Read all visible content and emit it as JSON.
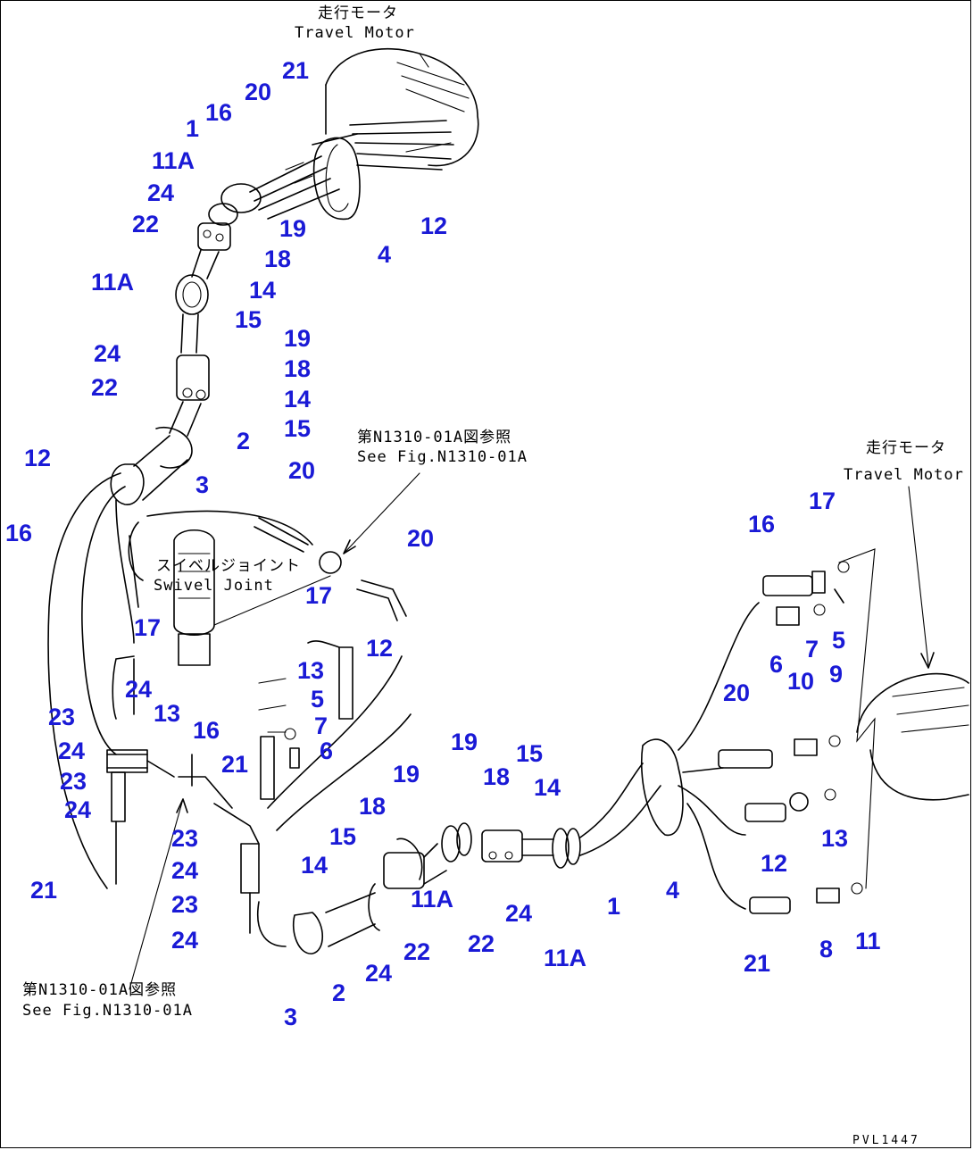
{
  "notes": {
    "travel_motor_top_jp": "走行モータ",
    "travel_motor_top_en": "Travel Motor",
    "travel_motor_right_jp": "走行モータ",
    "travel_motor_right_en": "Travel Motor",
    "swivel_joint_jp": "スイベルジョイント",
    "swivel_joint_en": "Swivel Joint",
    "see_fig_top_jp": "第N1310-01A図参照",
    "see_fig_top_en": "See Fig.N1310-01A",
    "see_fig_bottom_jp": "第N1310-01A図参照",
    "see_fig_bottom_en": "See Fig.N1310-01A"
  },
  "drawing_code": "PVL1447",
  "callouts": [
    {
      "id": "c21a",
      "text": "21"
    },
    {
      "id": "c20a",
      "text": "20"
    },
    {
      "id": "c16a",
      "text": "16"
    },
    {
      "id": "c1a",
      "text": "1"
    },
    {
      "id": "c11Aa",
      "text": "11A"
    },
    {
      "id": "c24a",
      "text": "24"
    },
    {
      "id": "c22a",
      "text": "22"
    },
    {
      "id": "c19a",
      "text": "19"
    },
    {
      "id": "c18a",
      "text": "18"
    },
    {
      "id": "c14a",
      "text": "14"
    },
    {
      "id": "c15a",
      "text": "15"
    },
    {
      "id": "c11Ab",
      "text": "11A"
    },
    {
      "id": "c12a",
      "text": "12"
    },
    {
      "id": "c4a",
      "text": "4"
    },
    {
      "id": "c19b",
      "text": "19"
    },
    {
      "id": "c24b",
      "text": "24"
    },
    {
      "id": "c18b",
      "text": "18"
    },
    {
      "id": "c22b",
      "text": "22"
    },
    {
      "id": "c14b",
      "text": "14"
    },
    {
      "id": "c15b",
      "text": "15"
    },
    {
      "id": "c2a",
      "text": "2"
    },
    {
      "id": "c12b",
      "text": "12"
    },
    {
      "id": "c3a",
      "text": "3"
    },
    {
      "id": "c20b",
      "text": "20"
    },
    {
      "id": "c16b",
      "text": "16"
    },
    {
      "id": "c20c",
      "text": "20"
    },
    {
      "id": "c17a",
      "text": "17"
    },
    {
      "id": "c17b",
      "text": "17"
    },
    {
      "id": "c12c",
      "text": "12"
    },
    {
      "id": "c13a",
      "text": "13"
    },
    {
      "id": "c24c",
      "text": "24"
    },
    {
      "id": "c13b",
      "text": "13"
    },
    {
      "id": "c5a",
      "text": "5"
    },
    {
      "id": "c7a",
      "text": "7"
    },
    {
      "id": "c23a",
      "text": "23"
    },
    {
      "id": "c16c",
      "text": "16"
    },
    {
      "id": "c6a",
      "text": "6"
    },
    {
      "id": "c24d",
      "text": "24"
    },
    {
      "id": "c21b",
      "text": "21"
    },
    {
      "id": "c23b",
      "text": "23"
    },
    {
      "id": "c24e",
      "text": "24"
    },
    {
      "id": "c23c",
      "text": "23"
    },
    {
      "id": "c24f",
      "text": "24"
    },
    {
      "id": "c23d",
      "text": "23"
    },
    {
      "id": "c24g",
      "text": "24"
    },
    {
      "id": "c21c",
      "text": "21"
    },
    {
      "id": "c19c",
      "text": "19"
    },
    {
      "id": "c18c",
      "text": "18"
    },
    {
      "id": "c15c",
      "text": "15"
    },
    {
      "id": "c14c",
      "text": "14"
    },
    {
      "id": "c11Ac",
      "text": "11A"
    },
    {
      "id": "c22c",
      "text": "22"
    },
    {
      "id": "c24h",
      "text": "24"
    },
    {
      "id": "c3b",
      "text": "3"
    },
    {
      "id": "c2b",
      "text": "2"
    },
    {
      "id": "c19d",
      "text": "19"
    },
    {
      "id": "c18d",
      "text": "18"
    },
    {
      "id": "c15d",
      "text": "15"
    },
    {
      "id": "c14d",
      "text": "14"
    },
    {
      "id": "c22d",
      "text": "22"
    },
    {
      "id": "c24i",
      "text": "24"
    },
    {
      "id": "c11Ad",
      "text": "11A"
    },
    {
      "id": "c1b",
      "text": "1"
    },
    {
      "id": "c4b",
      "text": "4"
    },
    {
      "id": "c16d",
      "text": "16"
    },
    {
      "id": "c17c",
      "text": "17"
    },
    {
      "id": "c7b",
      "text": "7"
    },
    {
      "id": "c5b",
      "text": "5"
    },
    {
      "id": "c6b",
      "text": "6"
    },
    {
      "id": "c10a",
      "text": "10"
    },
    {
      "id": "c9a",
      "text": "9"
    },
    {
      "id": "c20d",
      "text": "20"
    },
    {
      "id": "c13c",
      "text": "13"
    },
    {
      "id": "c12d",
      "text": "12"
    },
    {
      "id": "c21d",
      "text": "21"
    },
    {
      "id": "c8a",
      "text": "8"
    },
    {
      "id": "c11a",
      "text": "11"
    }
  ]
}
